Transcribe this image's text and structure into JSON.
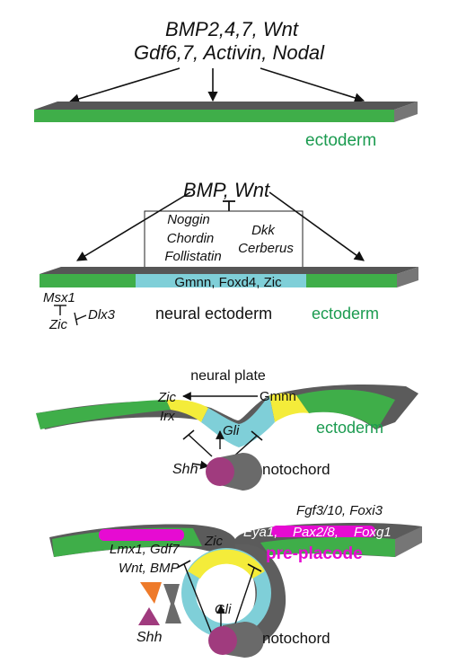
{
  "panel1": {
    "signals_line1": "BMP2,4,7, Wnt",
    "signals_line2": "Gdf6,7, Activin, Nodal",
    "ectoderm_label": "ectoderm"
  },
  "panel2": {
    "signals": "BMP, Wnt",
    "inhibitors_left": [
      "Noggin",
      "Chordin",
      "Follistatin"
    ],
    "inhibitors_right": [
      "Dkk",
      "Cerberus"
    ],
    "neural_genes": "Gmnn, Foxd4, Zic",
    "msx1": "Msx1",
    "zic": "Zic",
    "dlx3": "Dlx3",
    "neural_ectoderm_label": "neural ectoderm",
    "ectoderm_label": "ectoderm"
  },
  "panel3": {
    "neural_plate_label": "neural plate",
    "zic": "Zic",
    "gmnn": "Gmnn",
    "irx": "Irx",
    "gli": "Gli",
    "ectoderm_label": "ectoderm",
    "shh": "Shh",
    "notochord_label": "notochord"
  },
  "panel4": {
    "fgf_line": "Fgf3/10, Foxi3",
    "eya1": "Eya1,",
    "pax": "Pax2/8,",
    "foxg1": "Foxg1",
    "preplacode_label": "pre-placode",
    "lmx_line": "Lmx1, Gdf7",
    "wnt_line": "Wnt, BMP",
    "zic": "Zic",
    "gli": "Gli",
    "shh": "Shh",
    "notochord_label": "notochord"
  },
  "colors": {
    "ectoderm_green": "#3fae49",
    "label_green": "#1b9b50",
    "slab_gray": "#6b6b6b",
    "neural_cyan": "#7fcfd8",
    "zic_yellow": "#f4ec3a",
    "notochord_purple": "#a03b7e",
    "preplacode_magenta": "#e60bd2",
    "orange": "#ee7a2a"
  }
}
